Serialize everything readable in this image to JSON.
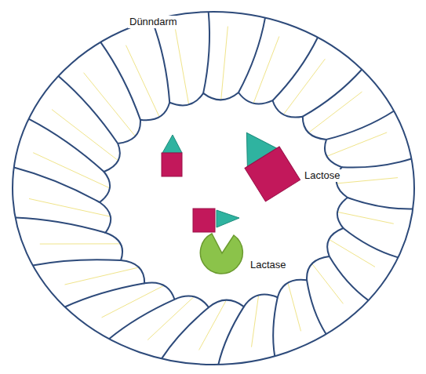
{
  "diagram": {
    "labels": [
      "Dünndarm",
      "Lactose",
      "Lactase"
    ]
  }
}
